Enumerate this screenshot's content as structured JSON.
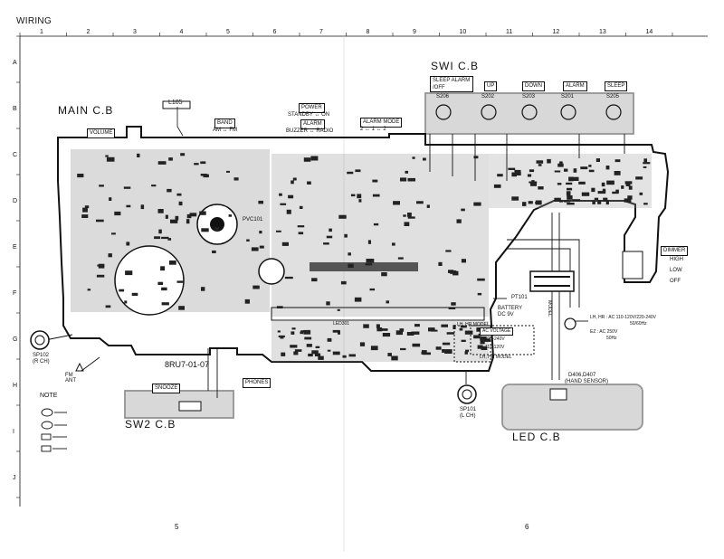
{
  "page": {
    "title": "WIRING",
    "left_page": "5",
    "right_page": "6"
  },
  "grid": {
    "columns": [
      "1",
      "2",
      "3",
      "4",
      "5",
      "6",
      "7",
      "8",
      "9",
      "10",
      "11",
      "12",
      "13",
      "14"
    ],
    "rows": [
      "A",
      "B",
      "C",
      "D",
      "E",
      "F",
      "G",
      "H",
      "I",
      "J"
    ]
  },
  "boards": {
    "main": "MAIN C.B",
    "sw1": "SWI C.B",
    "sw2": "SW2 C.B",
    "led": "LED C.B"
  },
  "labels": {
    "l105": "L105",
    "volume": "VOLUME",
    "band": "BAND",
    "band_sub": "AM ↔ FM",
    "power": "POWER",
    "power_sub": "STANDBY ↔ ON",
    "alarm": "ALARM",
    "alarm_sub": "BUZZER ↔ RADIO",
    "alarm_mode": "ALARM MODE",
    "alarm_mode_sub": "2 ↔ 1 ↔ 2",
    "sleep_alarm_off": "SLEEP ALARM /OFF",
    "up": "UP",
    "down": "DOWN",
    "alarm2": "ALARM",
    "sleep": "SLEEP",
    "s206": "S206",
    "s202": "S202",
    "s203": "S203",
    "s201": "S201",
    "s205": "S205",
    "pvc101": "PVC101",
    "pcb_code": "8RU7-01-07",
    "phones": "PHONES",
    "snooze": "SNOOZE",
    "sp102": "SP102",
    "sp102_sub": "(R CH)",
    "sp101": "SP101",
    "sp101_sub": "(L CH)",
    "fm_ant": "FM ANT",
    "battery": "BATTERY",
    "battery_sub": "DC 9V",
    "pt101": "PT101",
    "model": "MODEL",
    "lh_hr_model": "LH, HR MODEL",
    "ac_voltage": "AC VOLTAGE",
    "ac_v1": "220-240V",
    "ac_v2": "110-120V",
    "lh_hr_model2": "LH, HR MODEL",
    "lh_hr_ac": "LH, HR : AC 110-120V/220-240V",
    "lh_hr_hz": "50/60Hz",
    "ez_ac": "EZ : AC 250V",
    "ez_hz": "50Hz",
    "dimmer": "DIMMER",
    "high": "HIGH",
    "low": "LOW",
    "off": "OFF",
    "d406": "D406,D407",
    "d406_sub": "(HAND SENSOR)",
    "note": "NOTE",
    "lcd": "LED301"
  }
}
